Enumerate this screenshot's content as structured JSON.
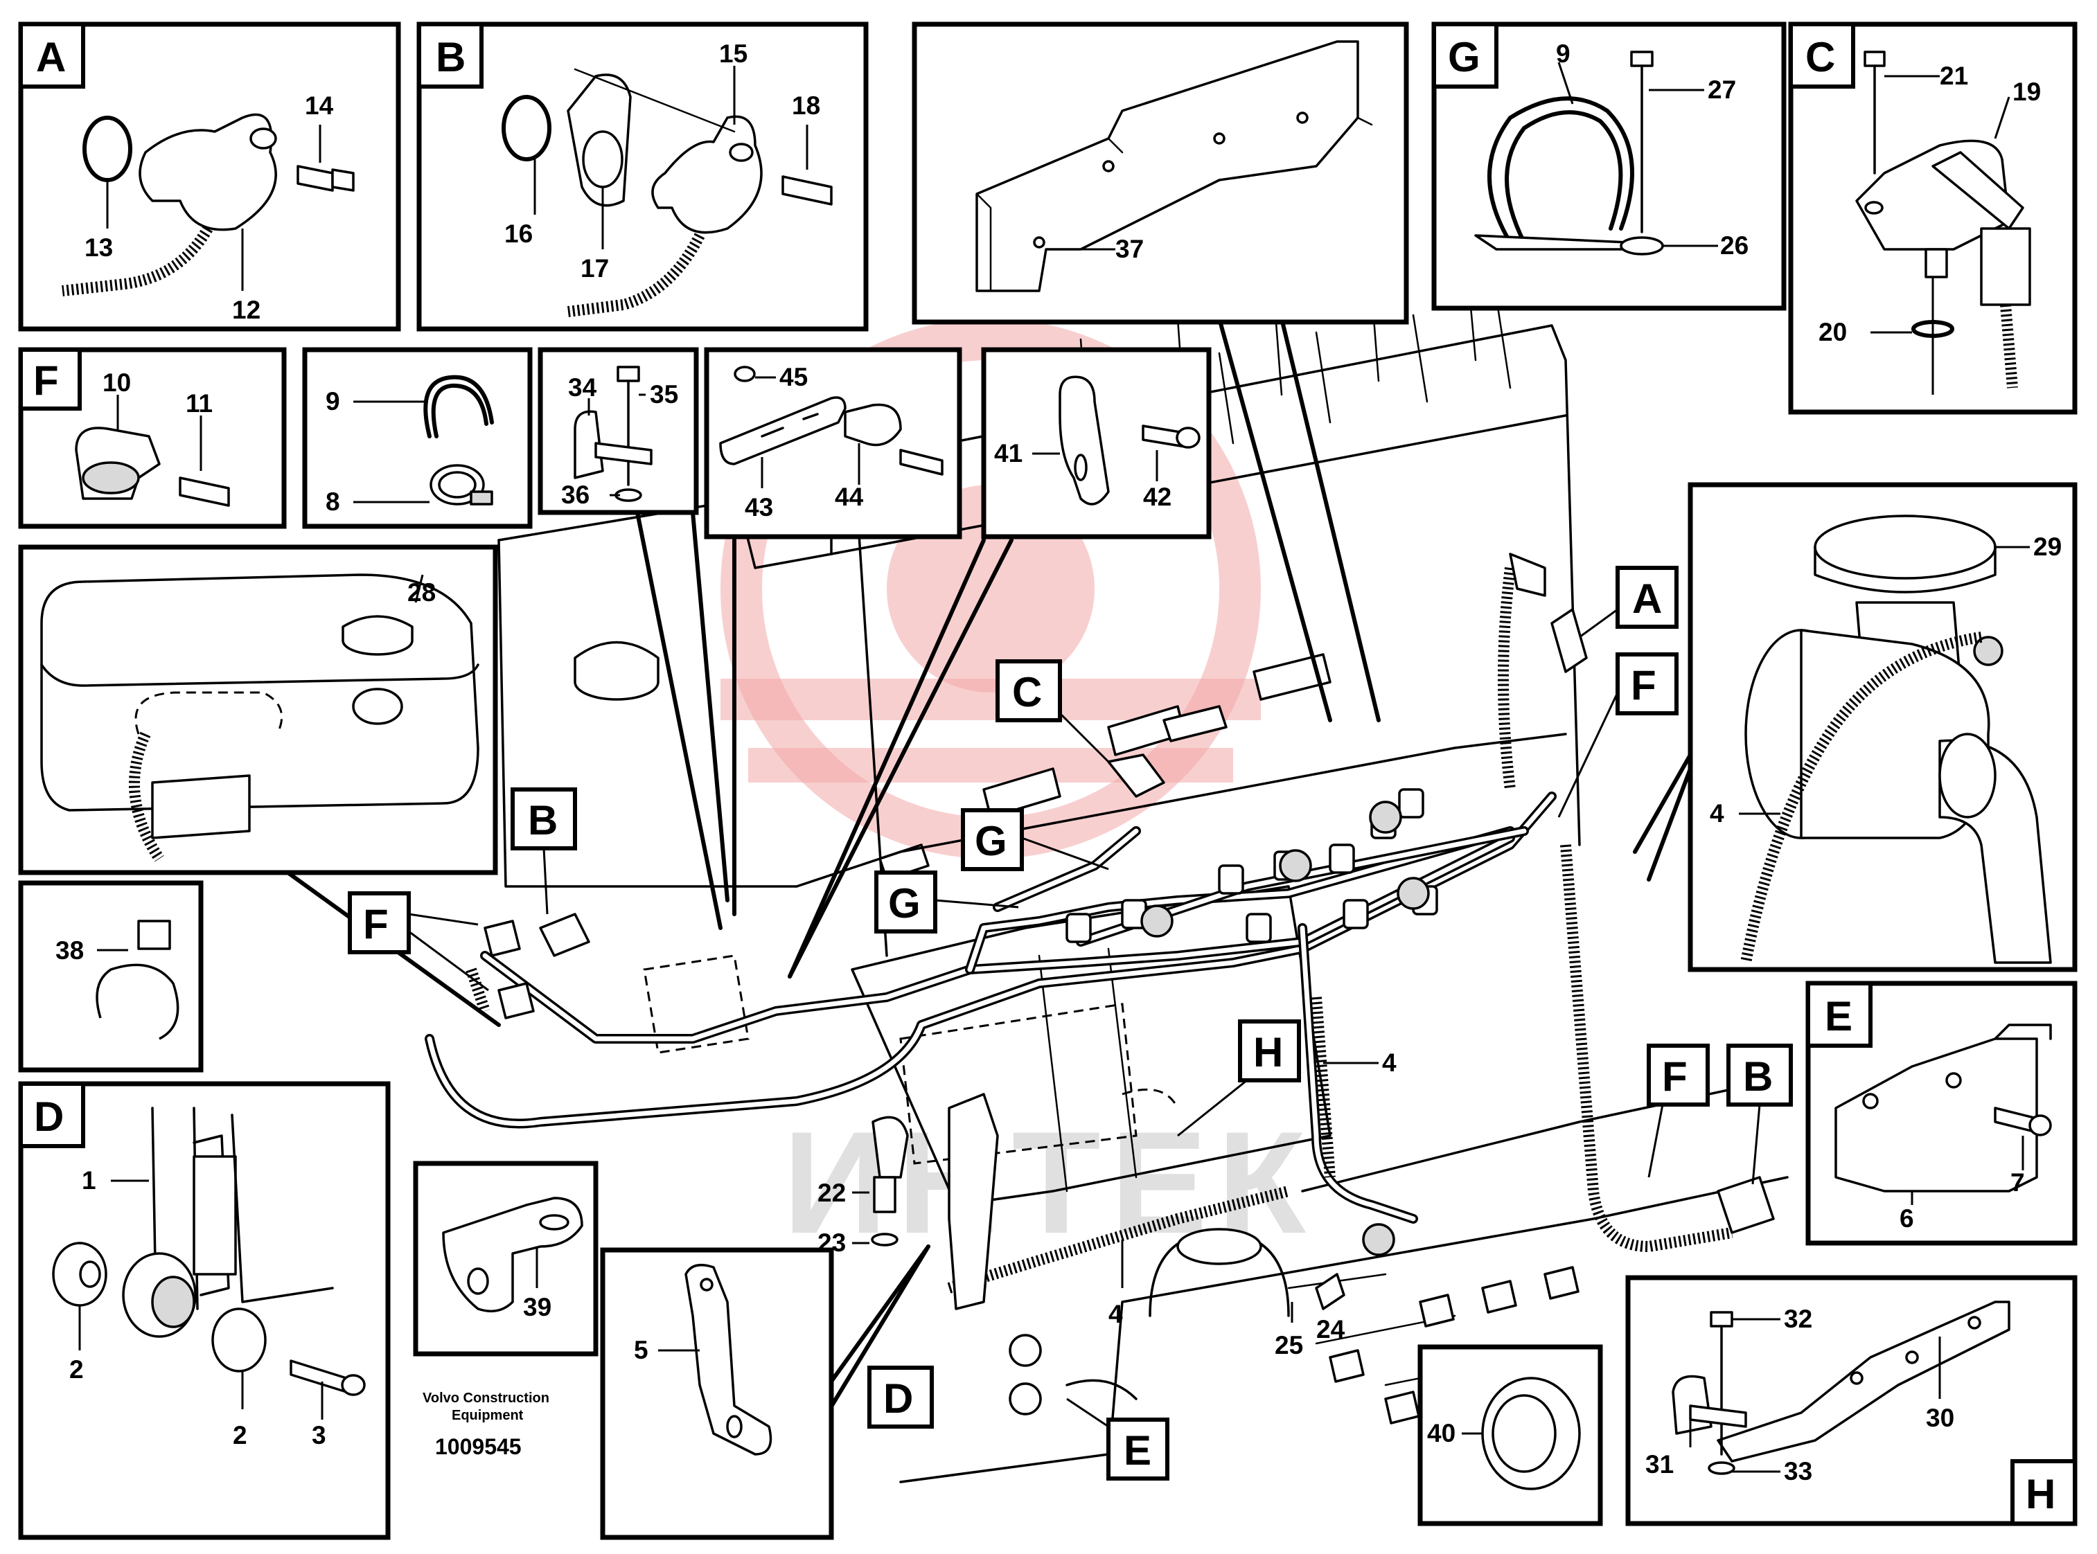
{
  "part_numbers": {
    "n1": "1",
    "n2a": "2",
    "n2b": "2",
    "n3": "3",
    "n4a": "4",
    "n4b": "4",
    "n4c": "4",
    "n5": "5",
    "n6": "6",
    "n7": "7",
    "n8": "8",
    "n9a": "9",
    "n9b": "9",
    "n10": "10",
    "n11": "11",
    "n12": "12",
    "n13": "13",
    "n14": "14",
    "n15": "15",
    "n16": "16",
    "n17": "17",
    "n18": "18",
    "n19": "19",
    "n20": "20",
    "n21": "21",
    "n22": "22",
    "n23": "23",
    "n24": "24",
    "n25": "25",
    "n26": "26",
    "n27": "27",
    "n28": "28",
    "n29": "29",
    "n30": "30",
    "n31": "31",
    "n32": "32",
    "n33": "33",
    "n34": "34",
    "n35": "35",
    "n36": "36",
    "n37": "37",
    "n38": "38",
    "n39": "39",
    "n40": "40",
    "n41": "41",
    "n42": "42",
    "n43": "43",
    "n44": "44",
    "n45": "45"
  },
  "detail_letters": {
    "box_A": "A",
    "box_B": "B",
    "box_C": "C",
    "box_D": "D",
    "box_E": "E",
    "box_F": "F",
    "box_G": "G",
    "box_H": "H",
    "ref_C": "C",
    "ref_B": "B",
    "ref_F1": "F",
    "ref_G1": "G",
    "ref_G2": "G",
    "ref_A": "A",
    "ref_F2": "F",
    "ref_H": "H",
    "ref_F3": "F",
    "ref_B2": "B",
    "ref_D": "D",
    "ref_E": "E"
  },
  "caption": {
    "line1": "Volvo Construction",
    "line2": "Equipment",
    "doc_number": "1009545"
  },
  "watermark": {
    "text": "ИНТЕК",
    "color": "#f2a7a7"
  }
}
